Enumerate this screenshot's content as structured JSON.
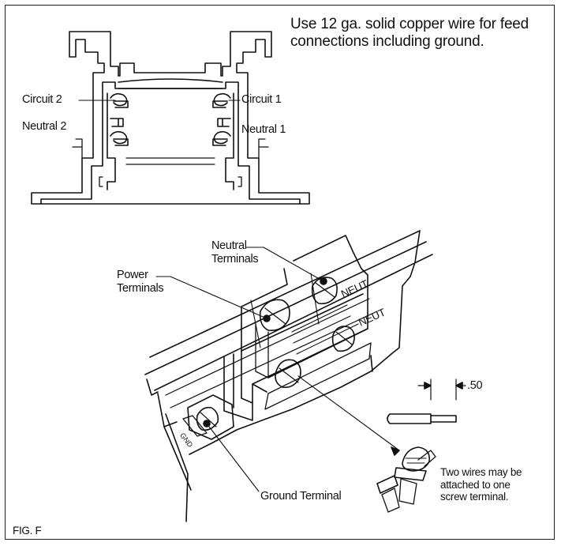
{
  "note": {
    "line1": "Use 12 ga. solid copper wire for feed",
    "line2": "connections including ground."
  },
  "profile": {
    "circuit2": "Circuit 2",
    "circuit1": "Circuit 1",
    "neutral2": "Neutral 2",
    "neutral1": "Neutral 1"
  },
  "callouts": {
    "neutral_terminals_1": "Neutral",
    "neutral_terminals_2": "Terminals",
    "power_terminals_1": "Power",
    "power_terminals_2": "Terminals",
    "neut_mark_1": "NEUT",
    "neut_mark_2": "NEUT",
    "gnd_mark": "GND",
    "strip_length": ".50",
    "ground_terminal": "Ground Terminal",
    "two_wires_1": "Two wires may be",
    "two_wires_2": "attached to one",
    "two_wires_3": "screw terminal."
  },
  "figure_label": "FIG. F"
}
